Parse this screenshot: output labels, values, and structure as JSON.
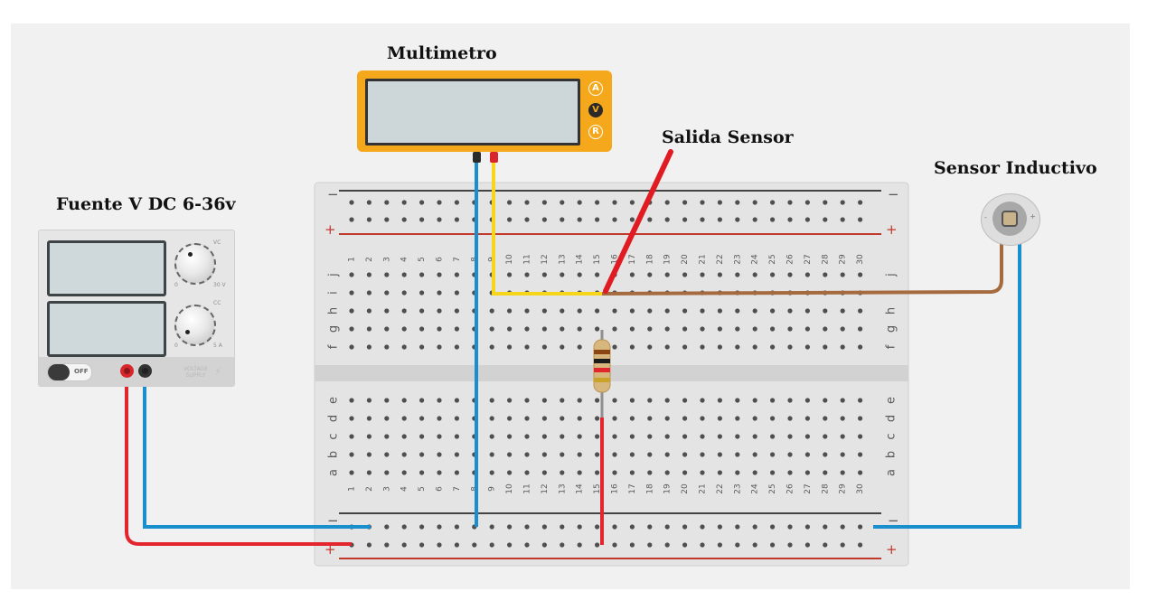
{
  "labels": {
    "multimeter": "Multimetro",
    "output": "Salida Sensor",
    "sensor": "Sensor Inductivo",
    "supply": "Fuente V DC 6-36v"
  },
  "power_supply": {
    "knob_top_max": "30 V",
    "knob_top_min": "0",
    "knob_top_tag": "VC",
    "knob_bottom_max": "5 A",
    "knob_bottom_min": "0",
    "knob_bottom_tag": "CC",
    "switch_label": "OFF",
    "brand_line1": "VOLTAGE",
    "brand_line2": "SUPPLY"
  },
  "multimeter": {
    "buttons": [
      "A",
      "V",
      "R"
    ]
  },
  "sensor": {
    "minus": "-",
    "plus": "+"
  },
  "breadboard": {
    "columns": [
      "1",
      "2",
      "3",
      "4",
      "5",
      "6",
      "7",
      "8",
      "9",
      "10",
      "11",
      "12",
      "13",
      "14",
      "15",
      "16",
      "17",
      "18",
      "19",
      "20",
      "21",
      "22",
      "23",
      "24",
      "25",
      "26",
      "27",
      "28",
      "29",
      "30"
    ],
    "rows_top": [
      "j",
      "i",
      "h",
      "g",
      "f"
    ],
    "rows_bottom": [
      "e",
      "d",
      "c",
      "b",
      "a"
    ],
    "rail_minus": "−",
    "rail_plus": "+"
  },
  "colors": {
    "wire_red": "#e3262e",
    "wire_blue": "#1a8fce",
    "wire_yellow": "#f7d51a",
    "wire_brown": "#a56b3f",
    "meter_body": "#f5a81b",
    "board": "#e4e4e4"
  }
}
